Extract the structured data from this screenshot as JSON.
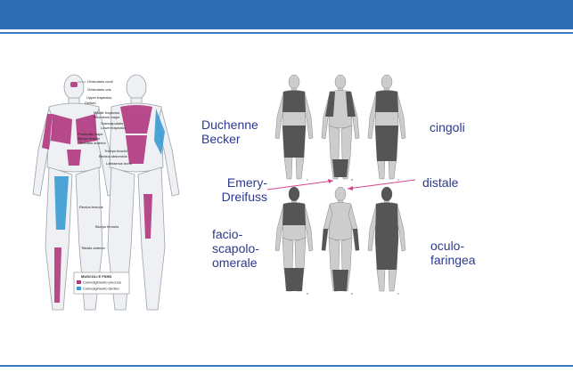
{
  "colors": {
    "header_bar": "#2f6db3",
    "line": "#3b78c4",
    "label_text": "#2b3a8f",
    "early_muscle": "#b0387e",
    "late_muscle": "#3a9ad3"
  },
  "anatomy": {
    "muscle_labels": [
      "Orbicularis oculi",
      "Orbicularis oris",
      "Upper trapezius",
      "Deltoid",
      "Middle trapezius",
      "Rhomboid major",
      "Subscapularis",
      "Lower trapezius",
      "Pectoralis major",
      "Biceps brachii",
      "Serratus anterior",
      "Triceps brachii",
      "Rectus abdominis",
      "Latissimus dorsi",
      "Rectus femoris",
      "Biceps femoris",
      "Tibialis anterior"
    ],
    "legend": {
      "title": "MUSCOLI E FSHD",
      "early": "Coinvolgimento precoce",
      "late": "Coinvolgimento tardivo"
    }
  },
  "dystrophy_labels": {
    "duchenne": [
      "Duchenne",
      "Becker"
    ],
    "cingoli": "cingoli",
    "emery": [
      "Emery-",
      "Dreifuss"
    ],
    "distale": "distale",
    "facio": [
      "facio-",
      "scapolo-",
      "omerale"
    ],
    "oculo": [
      "oculo-",
      "faringea"
    ]
  },
  "figure_panel_letters": [
    "A",
    "B",
    "C",
    "D",
    "E",
    "F"
  ]
}
